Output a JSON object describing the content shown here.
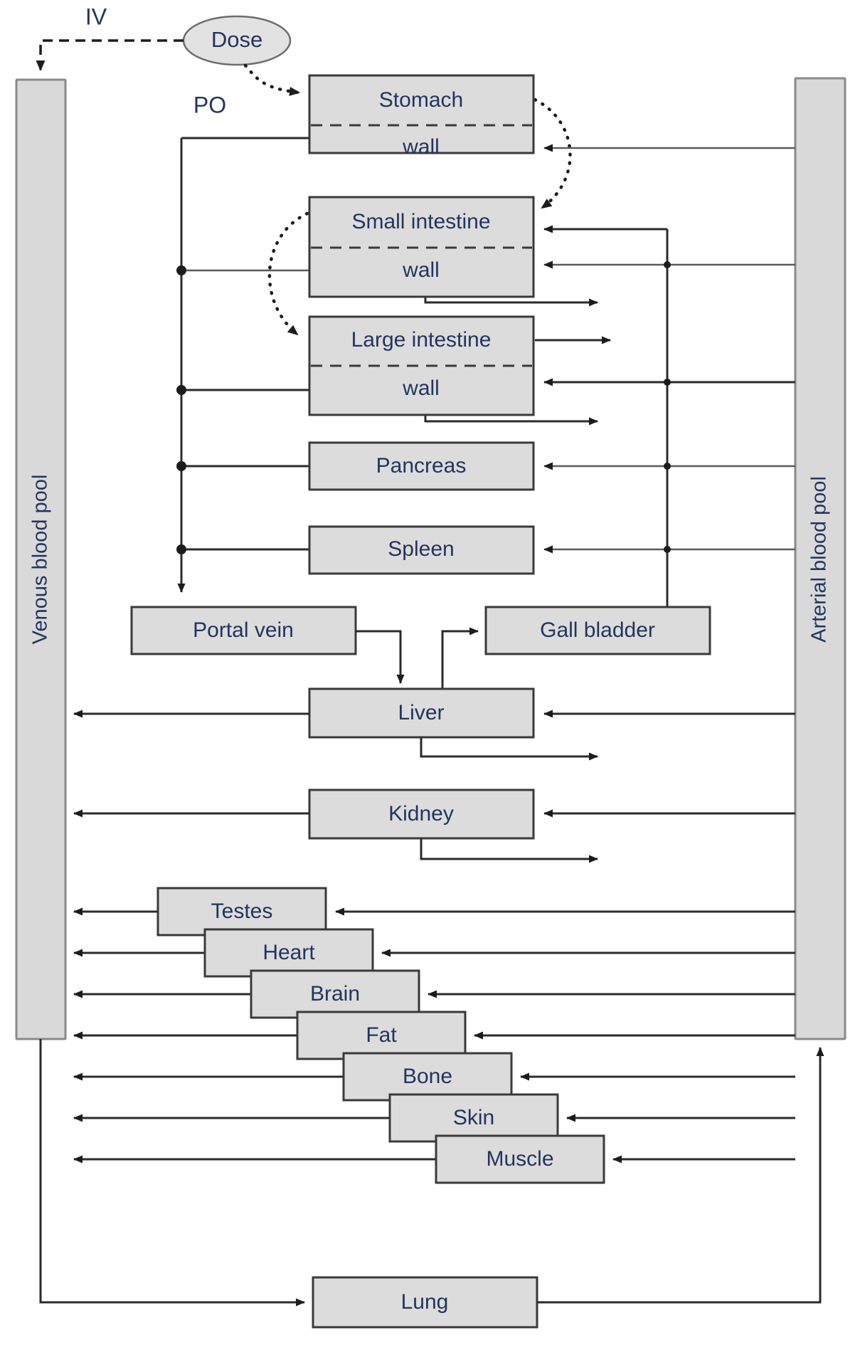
{
  "diagram": {
    "title": "Whole-body PBPK model schematic",
    "type": "flow-diagram",
    "colors": {
      "box_fill": "#dcdcdc",
      "box_stroke": "#3a3a3a",
      "pool_fill": "#d9d9d9",
      "pool_stroke": "#8a8a8a",
      "label_text": "#23355e",
      "line": "#2b2b2b",
      "background": "#ffffff"
    }
  },
  "dose": {
    "label": "Dose",
    "routes": {
      "iv": "IV",
      "po": "PO"
    }
  },
  "blood_pools": {
    "venous": "Venous blood pool",
    "arterial": "Arterial blood pool"
  },
  "gi_compartments": [
    {
      "lumen": "Stomach",
      "wall": "wall"
    },
    {
      "lumen": "Small intestine",
      "wall": "wall"
    },
    {
      "lumen": "Large intestine",
      "wall": "wall"
    }
  ],
  "splanchnic_organs": [
    {
      "label": "Pancreas"
    },
    {
      "label": "Spleen"
    }
  ],
  "hepatic": {
    "portal_vein": "Portal vein",
    "gall_bladder": "Gall bladder",
    "liver": "Liver"
  },
  "eliminating_organs": [
    {
      "label": "Kidney"
    }
  ],
  "perfused_tissues": [
    {
      "label": "Testes"
    },
    {
      "label": "Heart"
    },
    {
      "label": "Brain"
    },
    {
      "label": "Fat"
    },
    {
      "label": "Bone"
    },
    {
      "label": "Skin"
    },
    {
      "label": "Muscle"
    }
  ],
  "lung": {
    "label": "Lung"
  },
  "icons": {
    "arrow_head": "arrowhead-icon",
    "junction": "junction-dot-icon",
    "dotted_transit": "transit-arrow-icon"
  }
}
